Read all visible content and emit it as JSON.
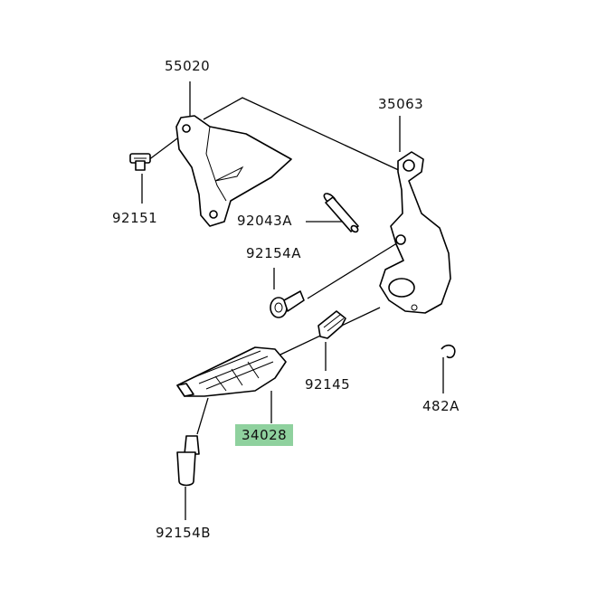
{
  "labels": {
    "bracket": "55020",
    "bolt_top": "92151",
    "lever": "35063",
    "pin": "92043A",
    "bolt_mid": "92154A",
    "spring": "92145",
    "clip": "482A",
    "footpeg": "34028",
    "bolt_bottom": "92154B"
  },
  "colors": {
    "highlight": "#8fd19e",
    "line": "#000000"
  }
}
